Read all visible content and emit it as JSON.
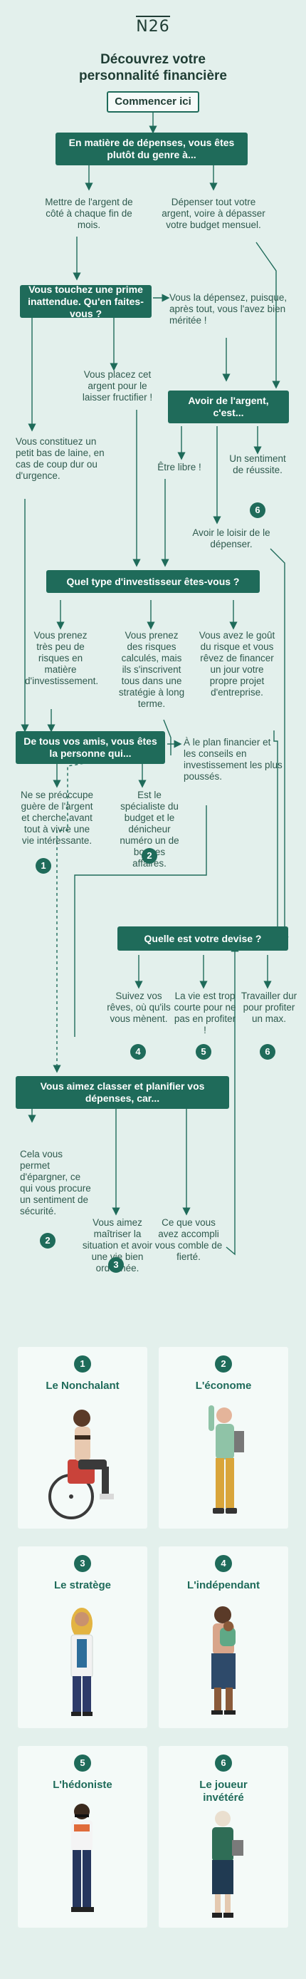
{
  "brand": {
    "logo": "N26"
  },
  "header": {
    "title": "Découvrez votre personnalité financière",
    "start_button": "Commencer ici"
  },
  "q1": {
    "text": "En matière de dépenses, vous êtes plutôt du genre à...",
    "opt_a": "Mettre de l'argent de côté à chaque fin de mois.",
    "opt_b": "Dépenser tout votre argent, voire à dépasser votre budget mensuel."
  },
  "q2": {
    "text": "Vous touchez une prime inattendue. Qu'en faites-vous ?",
    "opt_a": "Vous la dépensez, puisque, après tout, vous l'avez bien méritée !",
    "opt_b": "Vous placez cet argent pour le laisser fructifier !",
    "opt_c": "Vous constituez un petit bas de laine, en cas de coup dur ou d'urgence."
  },
  "q3": {
    "text": "Avoir de l'argent, c'est...",
    "opt_a": "Être libre !",
    "opt_b": "Un sentiment de réussite.",
    "opt_b_num": "6",
    "opt_c": "Avoir le loisir de le dépenser."
  },
  "q4": {
    "text": "Quel type d'investisseur êtes-vous ?",
    "opt_a": "Vous prenez très peu de risques en matière d'investissement.",
    "opt_b": "Vous prenez des risques calculés, mais ils s'inscrivent tous dans une stratégie à long terme.",
    "opt_c": "Vous avez le goût du risque et vous rêvez de financer un jour votre propre projet d'entreprise."
  },
  "q5": {
    "text": "De tous vos amis, vous êtes la personne qui...",
    "opt_a": "Ne se préoccupe guère de l'argent et cherche avant tout à vivre une vie intéressante.",
    "opt_a_num": "1",
    "opt_b": "Est le spécialiste du budget et le dénicheur numéro un de bonnes affaires.",
    "opt_b_num": "2",
    "opt_c": "À le plan financier et les conseils en investissement les plus poussés."
  },
  "q6": {
    "text": "Quelle est votre devise ?",
    "opt_a": "Suivez vos rêves, où qu'ils vous mènent.",
    "opt_a_num": "4",
    "opt_b": "La vie est trop courte pour ne pas en profiter !",
    "opt_b_num": "5",
    "opt_c": "Travailler dur pour profiter un max.",
    "opt_c_num": "6"
  },
  "q7": {
    "text": "Vous aimez classer et planifier vos dépenses, car...",
    "opt_a": "Cela vous permet d'épargner, ce qui vous procure un sentiment de sécurité.",
    "opt_a_num": "2",
    "opt_b": "Vous aimez maîtriser la situation et avoir une vie bien ordonnée.",
    "opt_b_num": "3",
    "opt_c": "Ce que vous avez accompli vous comble de fierté."
  },
  "profiles": [
    {
      "num": "1",
      "name": "Le Nonchalant"
    },
    {
      "num": "2",
      "name": "L'économe"
    },
    {
      "num": "3",
      "name": "Le stratège"
    },
    {
      "num": "4",
      "name": "L'indépendant"
    },
    {
      "num": "5",
      "name": "L'hédoniste"
    },
    {
      "num": "6",
      "name": "Le joueur invétéré"
    }
  ],
  "colors": {
    "background": "#e3f0ec",
    "accent": "#1f6b5a",
    "card": "#f4faf8",
    "text": "#1f3d34"
  }
}
